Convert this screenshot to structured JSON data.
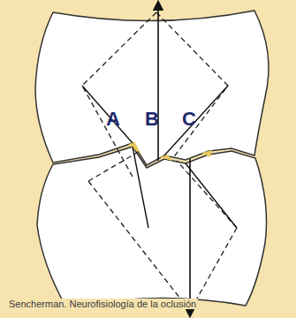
{
  "diagram": {
    "labels": [
      "A",
      "B",
      "C",
      "Sencherman. Neurofisiología de la oclusión"
    ]
  }
}
